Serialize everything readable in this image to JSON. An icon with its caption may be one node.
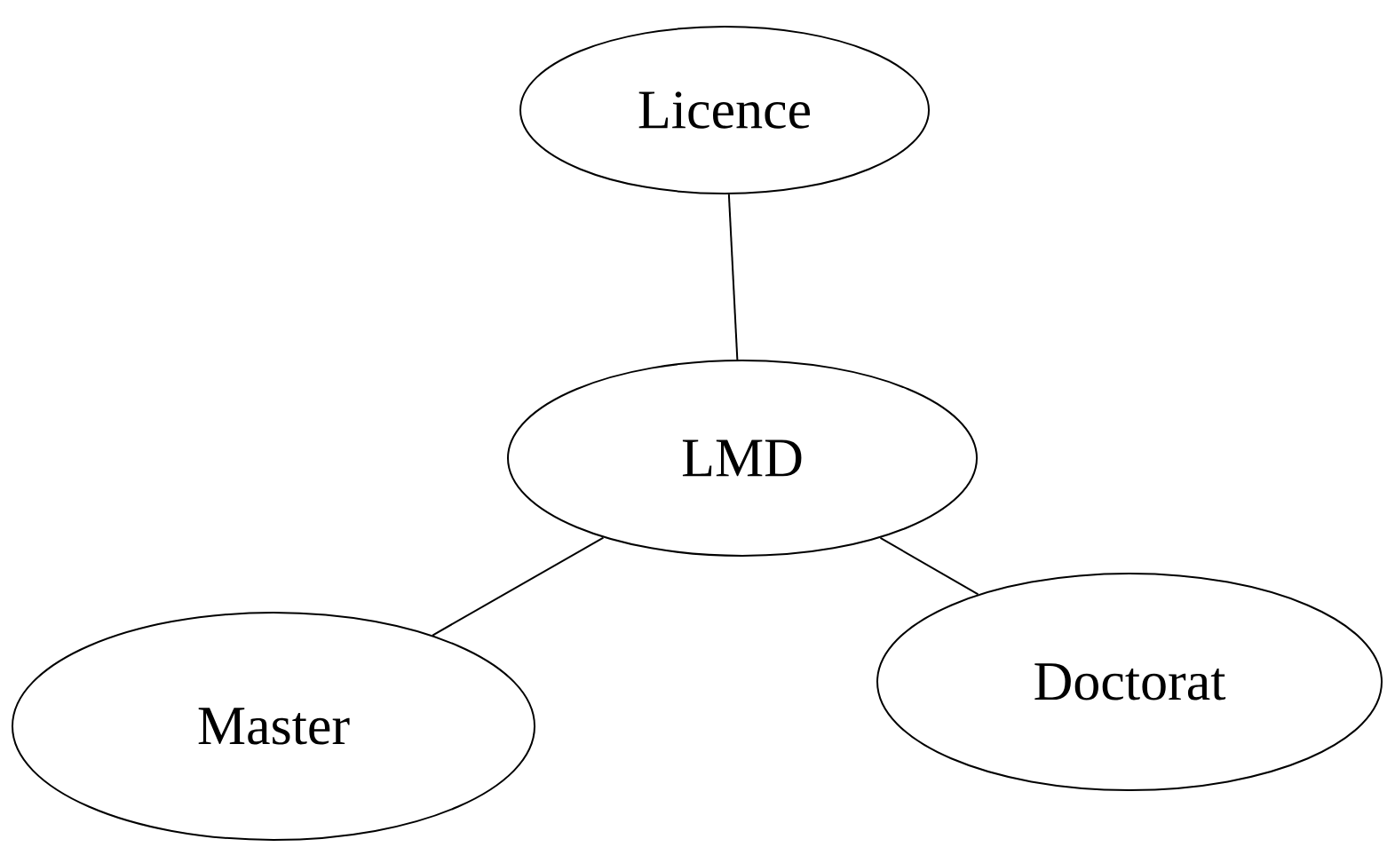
{
  "diagram": {
    "nodes": [
      {
        "text": [
          "Licence"
        ]
      },
      {
        "text": [
          "LMD"
        ]
      },
      {
        "text": [
          "Master"
        ]
      },
      {
        "text": [
          "Doctorat"
        ]
      }
    ],
    "edges": [
      {
        "from": 0,
        "to": 1,
        "arrow": "none"
      },
      {
        "from": 1,
        "to": 2,
        "arrow": "none"
      },
      {
        "from": 1,
        "to": 3,
        "arrow": "none"
      }
    ]
  }
}
